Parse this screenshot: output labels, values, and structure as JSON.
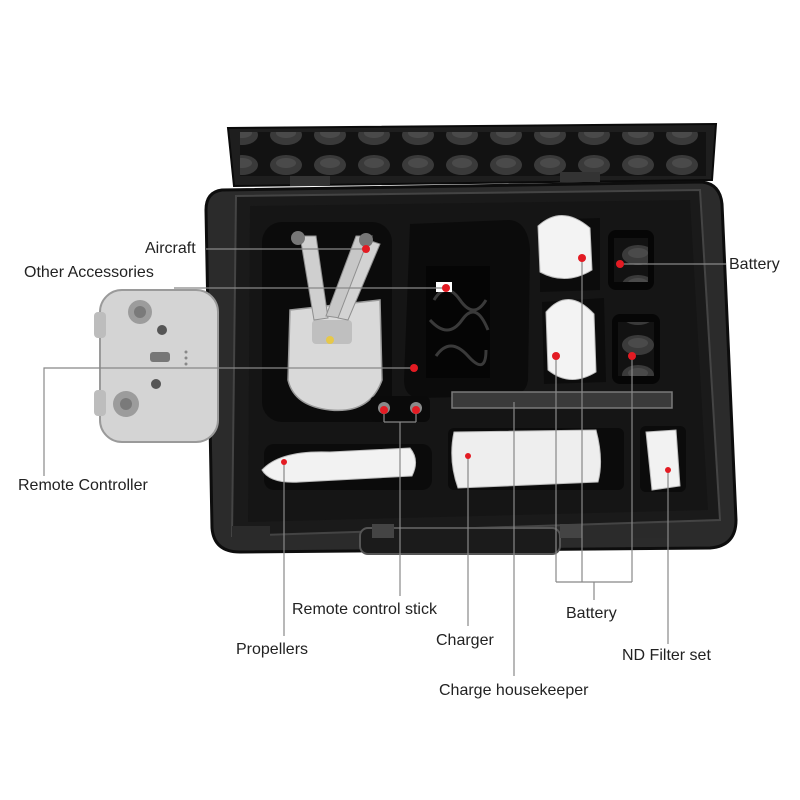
{
  "labels": {
    "aircraft": "Aircraft",
    "other_accessories": "Other Accessories",
    "battery_top": "Battery",
    "remote_controller": "Remote Controller",
    "remote_control_stick": "Remote control stick",
    "propellers": "Propellers",
    "charger": "Charger",
    "battery_bottom": "Battery",
    "nd_filter_set": "ND Filter set",
    "charge_housekeeper": "Charge housekeeper"
  },
  "colors": {
    "marker": "#e31b23",
    "leader_line": "#888888",
    "case_shell": "#2b2b2b",
    "foam": "#151515"
  }
}
